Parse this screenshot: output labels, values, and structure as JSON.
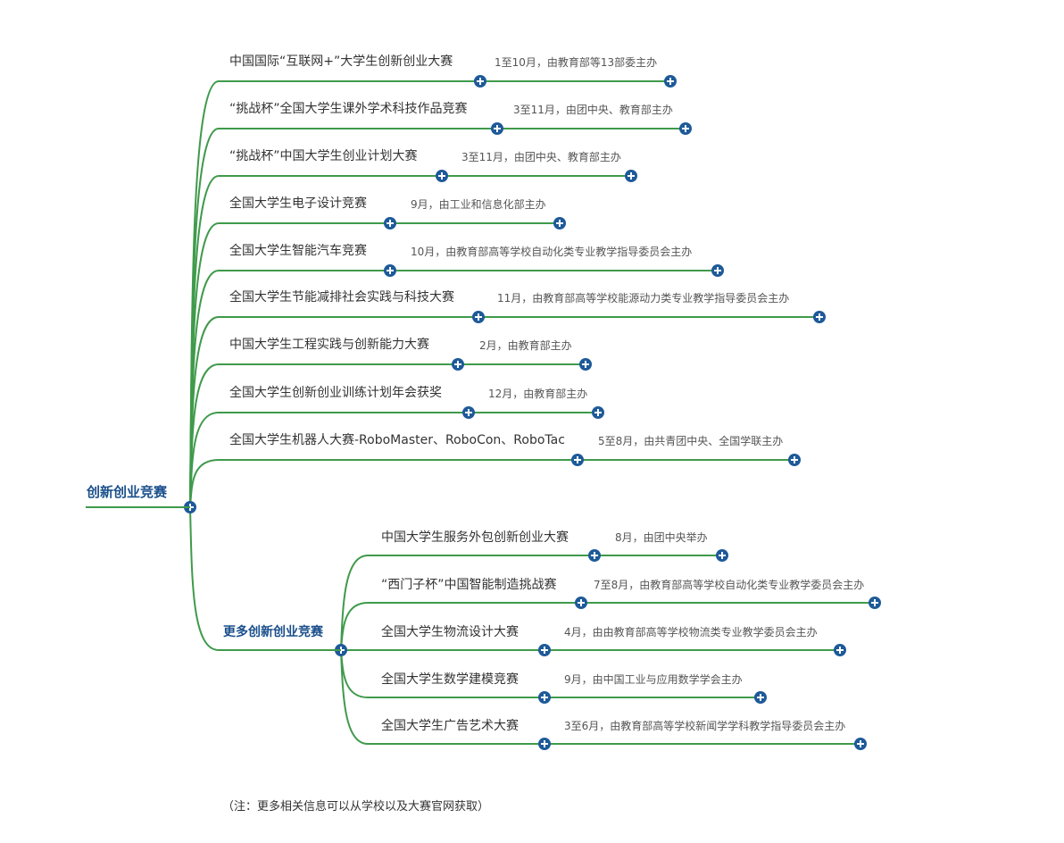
{
  "root": {
    "label": "创新创业竞赛"
  },
  "sub_root": {
    "label": "更多创新创业竞赛"
  },
  "main_items": [
    {
      "title": "中国国际“互联网+”大学生创新创业大赛",
      "desc": "1至10月，由教育部等13部委主办"
    },
    {
      "title": "“挑战杯”全国大学生课外学术科技作品竞赛",
      "desc": "3至11月，由团中央、教育部主办"
    },
    {
      "title": "“挑战杯”中国大学生创业计划大赛",
      "desc": "3至11月，由团中央、教育部主办"
    },
    {
      "title": "全国大学生电子设计竞赛",
      "desc": "9月，由工业和信息化部主办"
    },
    {
      "title": "全国大学生智能汽车竞赛",
      "desc": "10月，由教育部高等学校自动化类专业教学指导委员会主办"
    },
    {
      "title": "全国大学生节能减排社会实践与科技大赛",
      "desc": "11月，由教育部高等学校能源动力类专业教学指导委员会主办"
    },
    {
      "title": "中国大学生工程实践与创新能力大赛",
      "desc": "2月，由教育部主办"
    },
    {
      "title": "全国大学生创新创业训练计划年会获奖",
      "desc": "12月，由教育部主办"
    },
    {
      "title": "全国大学生机器人大赛-RoboMaster、RoboCon、RoboTac",
      "desc": "5至8月，由共青团中央、全国学联主办"
    }
  ],
  "more_items": [
    {
      "title": "中国大学生服务外包创新创业大赛",
      "desc": "8月，由团中央举办"
    },
    {
      "title": "“西门子杯”中国智能制造挑战赛",
      "desc": "7至8月，由教育部高等学校自动化类专业教学委员会主办"
    },
    {
      "title": "全国大学生物流设计大赛",
      "desc": "4月，由由教育部高等学校物流类专业教学委员会主办"
    },
    {
      "title": "全国大学生数学建模竞赛",
      "desc": "9月，由中国工业与应用数学学会主办"
    },
    {
      "title": "全国大学生广告艺术大赛",
      "desc": "3至6月，由教育部高等学校新闻学学科教学指导委员会主办"
    }
  ],
  "footnote": "（注：更多相关信息可以从学校以及大赛官网获取）",
  "colors": {
    "line": "#3f9a4b",
    "node": "#1e5a99",
    "root_text": "#1a4f8b"
  }
}
